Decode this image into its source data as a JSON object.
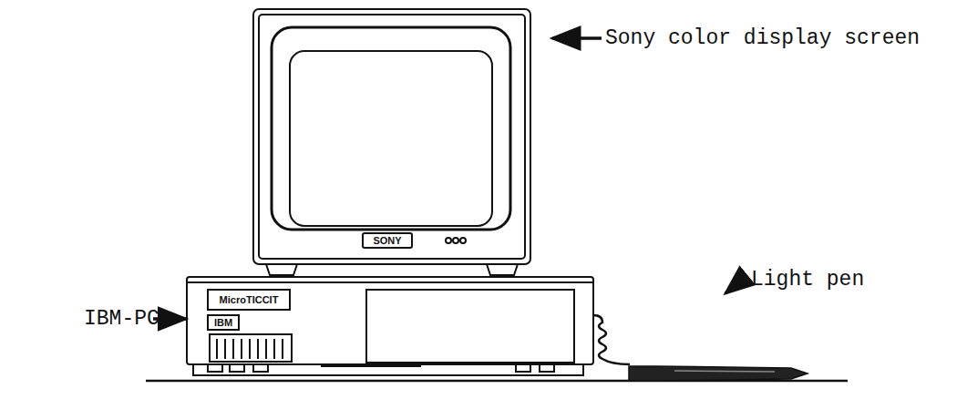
{
  "diagram": {
    "labels": [
      "Sony color display screen",
      "IBM-PC",
      "Light pen",
      "SONY",
      "MicroTICCIT",
      "IBM"
    ]
  }
}
